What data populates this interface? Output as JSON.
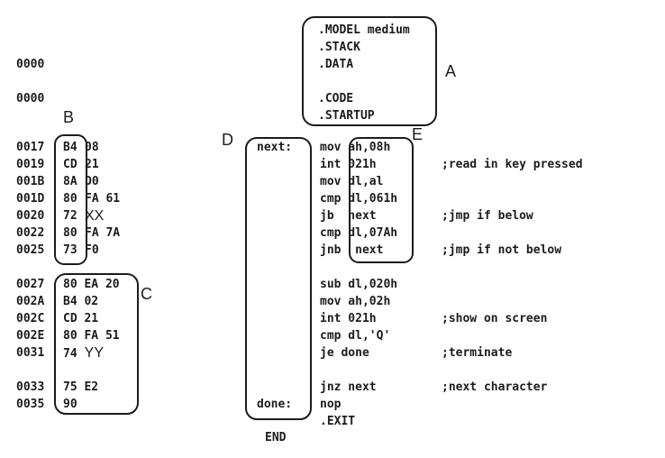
{
  "figure": {
    "background": "#ffffff",
    "ink": "#1c1c1c"
  },
  "region_labels": {
    "a": "A",
    "b": "B",
    "c": "C",
    "d": "D",
    "e": "E"
  },
  "segment_addresses": [
    "0000",
    "",
    "0000"
  ],
  "directives_box": {
    "lines": [
      ".MODEL medium",
      ".STACK",
      ".DATA",
      "",
      ".CODE",
      ".STARTUP"
    ]
  },
  "machine_listing": {
    "rows": [
      {
        "addr": "0017",
        "box_byte": "B4",
        "bytes": "08"
      },
      {
        "addr": "0019",
        "box_byte": "CD",
        "bytes": "21"
      },
      {
        "addr": "001B",
        "box_byte": "8A",
        "bytes": "D0"
      },
      {
        "addr": "001D",
        "box_byte": "80",
        "bytes": "FA 61"
      },
      {
        "addr": "0020",
        "box_byte": "72",
        "bytes": "",
        "placeholder": "XX"
      },
      {
        "addr": "0022",
        "box_byte": "80",
        "bytes": "FA 7A"
      },
      {
        "addr": "0025",
        "box_byte": "73",
        "bytes": "F0"
      },
      {},
      {
        "addr": "0027",
        "bytes": "80 EA 20"
      },
      {
        "addr": "002A",
        "bytes": "B4 02"
      },
      {
        "addr": "002C",
        "bytes": "CD 21"
      },
      {
        "addr": "002E",
        "bytes": "80 FA 51"
      },
      {
        "addr": "0031",
        "bytes": "74",
        "placeholder": "YY"
      },
      {},
      {
        "addr": "0033",
        "bytes": "75 E2"
      },
      {
        "addr": "0035",
        "bytes": "90"
      }
    ]
  },
  "assembly": {
    "rows": [
      {
        "label": "next:",
        "code": "mov ah,08h"
      },
      {
        "code": "int 021h",
        "comment": ";read in key pressed"
      },
      {
        "code": "mov dl,al"
      },
      {
        "code": "cmp dl,061h"
      },
      {
        "code": "jb  next",
        "comment": ";jmp if below"
      },
      {
        "code": "cmp dl,07Ah"
      },
      {
        "code": "jnb  next",
        "comment": ";jmp if not below"
      },
      {},
      {
        "code": "sub dl,020h"
      },
      {
        "code": "mov ah,02h"
      },
      {
        "code": "int 021h",
        "comment": ";show on screen"
      },
      {
        "code": "cmp dl,'Q'"
      },
      {
        "code": "je done",
        "comment": ";terminate"
      },
      {},
      {
        "code": "jnz next",
        "comment": ";next character"
      },
      {
        "label": "done:",
        "code": "nop"
      },
      {
        "code": ".EXIT"
      }
    ],
    "end_directive": "END"
  }
}
